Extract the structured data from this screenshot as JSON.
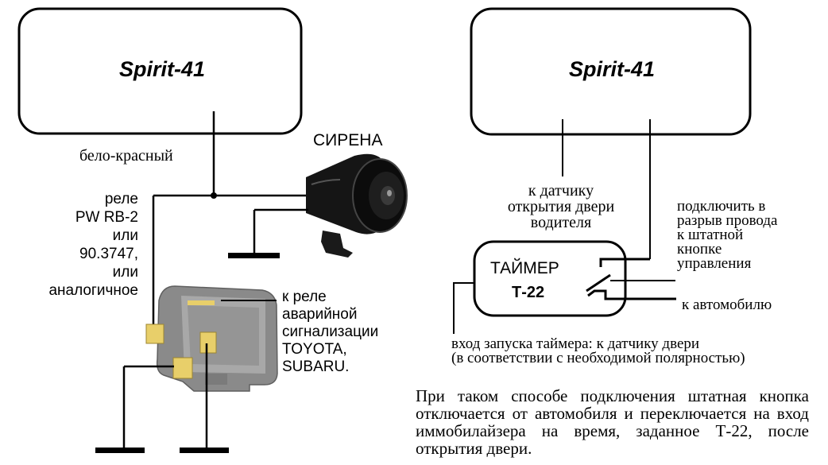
{
  "left": {
    "device_title": "Spirit-41",
    "wire_label": "бело-красный",
    "siren_label": "СИРЕНА",
    "relay_label": [
      "реле",
      "PW RB-2",
      "или",
      "90.3747,",
      "или",
      "аналогичное"
    ],
    "hazard_label": [
      "к реле",
      "аварийной",
      "сигнализации",
      "TOYOTA,",
      "SUBARU."
    ]
  },
  "right": {
    "device_title": "Spirit-41",
    "door_sensor_label": [
      "к датчику",
      "открытия двери",
      "водителя"
    ],
    "timer_title": "ТАЙМЕР",
    "timer_model": "Т-22",
    "connect_label": [
      "подключить в",
      "разрыв провода",
      "к штатной",
      "кнопке",
      "управления"
    ],
    "car_label": "к автомобилю",
    "trigger_label": [
      "вход запуска таймера: к датчику двери",
      "(в соответствии с необходимой полярностью)"
    ],
    "note": "При таком способе подключения штатная кнопка отключается от автомобиля и переключается на вход иммобилайзера на время, заданное Т-22,  после открытия двери."
  },
  "colors": {
    "ink": "#000000",
    "relay_body": "#8a8a8a",
    "terminal": "#e8cf6a",
    "siren": "#111111"
  }
}
